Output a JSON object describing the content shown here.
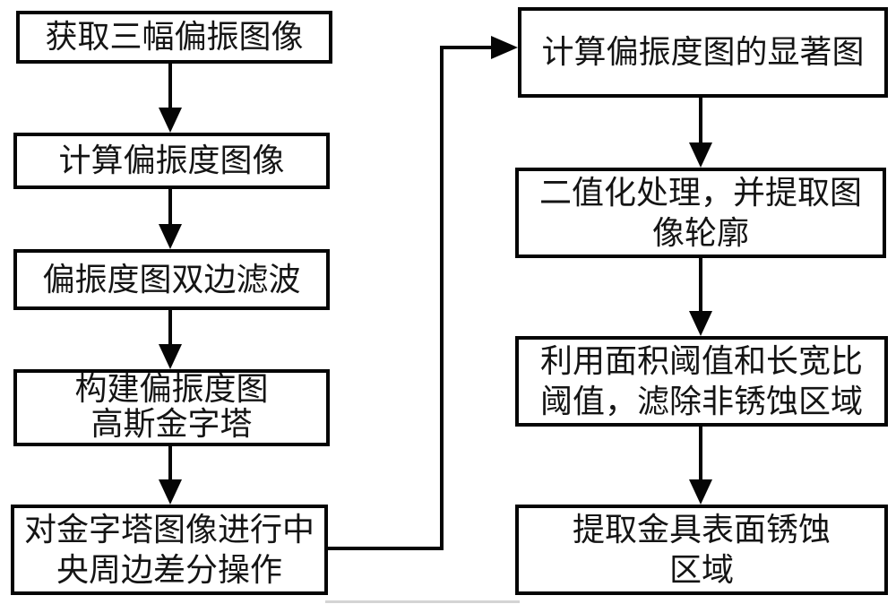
{
  "flowchart": {
    "title": "polarization-rust-detection-flowchart",
    "left_column": [
      {
        "id": "step-1",
        "lines": [
          "获取三幅偏振图像"
        ]
      },
      {
        "id": "step-2",
        "lines": [
          "计算偏振度图像"
        ]
      },
      {
        "id": "step-3",
        "lines": [
          "偏振度图双边滤波"
        ]
      },
      {
        "id": "step-4",
        "lines": [
          "构建偏振度图",
          "高斯金字塔"
        ]
      },
      {
        "id": "step-5",
        "lines": [
          "对金字塔图像进行中",
          "央周边差分操作"
        ]
      }
    ],
    "right_column": [
      {
        "id": "step-6",
        "lines": [
          "计算偏振度图的显著图"
        ]
      },
      {
        "id": "step-7",
        "lines": [
          "二值化处理，并提取图",
          "像轮廓"
        ]
      },
      {
        "id": "step-8",
        "lines": [
          "利用面积阈值和长宽比",
          "阈值，滤除非锈蚀区域"
        ]
      },
      {
        "id": "step-9",
        "lines": [
          "提取金具表面锈蚀",
          "区域"
        ]
      }
    ],
    "colors": {
      "background": "#ffffff",
      "line": "#050505",
      "box_border": "#050505",
      "text": "#141414"
    }
  }
}
